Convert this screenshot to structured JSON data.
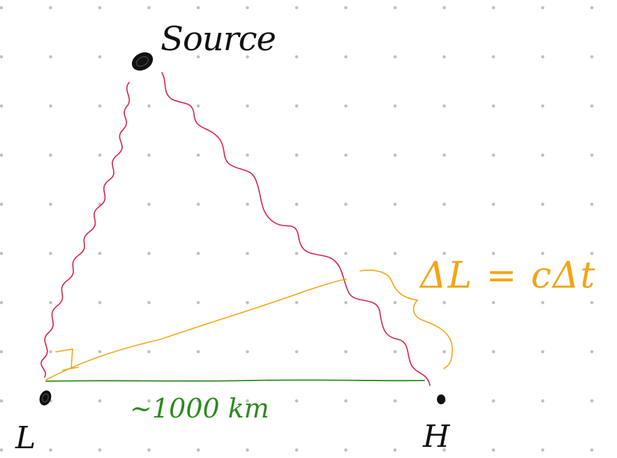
{
  "labels": {
    "source": "Source",
    "detector_l": "L",
    "detector_h": "H",
    "distance": "~1000 km",
    "delay_relation": "ΔL = cΔt"
  },
  "colors": {
    "background": "#ffffff",
    "grid_dot": "#bfbfbf",
    "ink": "#111111",
    "wave_path": "#d61f4a",
    "delay_path": "#f2a516",
    "baseline": "#2c8a1e"
  }
}
